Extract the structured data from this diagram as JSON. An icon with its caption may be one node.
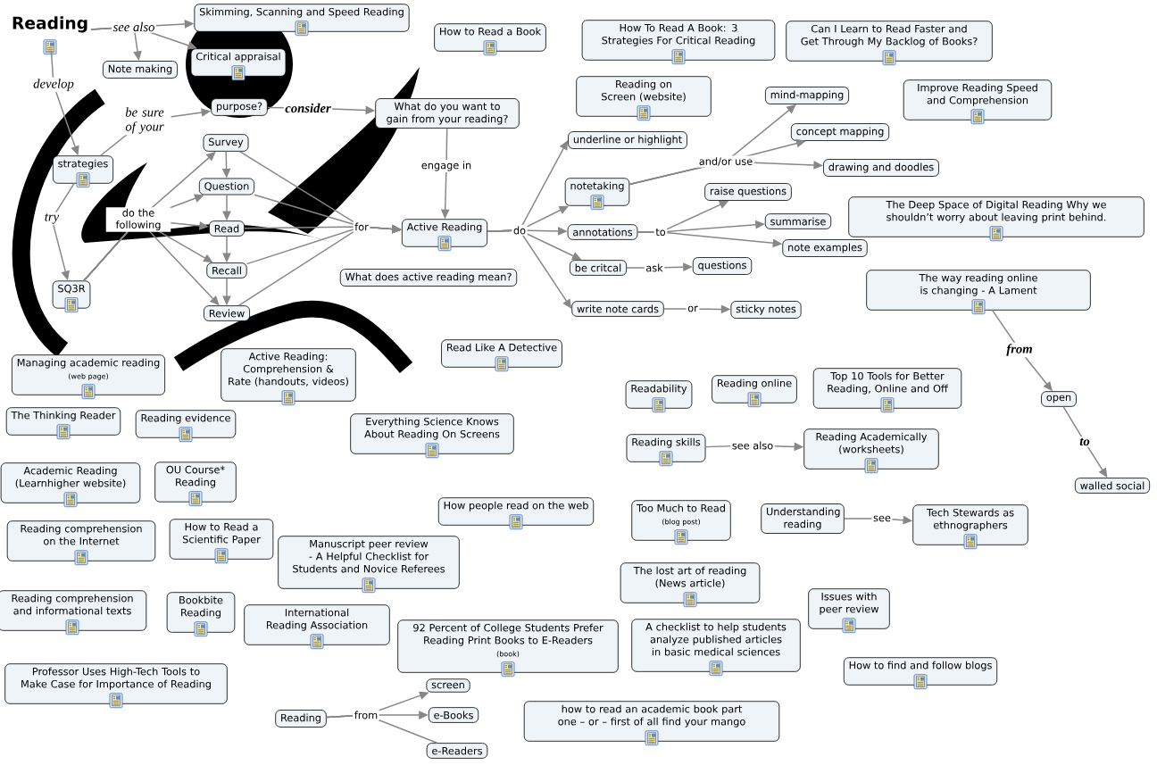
{
  "diagram": {
    "nodes": [
      {
        "text": [
          "Reading"
        ]
      },
      {
        "text": [
          "Skimming, Scanning and Speed Reading"
        ]
      },
      {
        "text": [
          "Critical appraisal"
        ]
      },
      {
        "text": [
          "Note making"
        ]
      },
      {
        "text": [
          "purpose?"
        ]
      },
      {
        "text": [
          "What do you want to gain from your reading?"
        ]
      },
      {
        "text": [
          "strategies"
        ]
      },
      {
        "text": [
          "Survey"
        ]
      },
      {
        "text": [
          "Question"
        ]
      },
      {
        "text": [
          "Read"
        ]
      },
      {
        "text": [
          "Recall"
        ]
      },
      {
        "text": [
          "Review"
        ]
      },
      {
        "text": [
          "SQ3R"
        ]
      },
      {
        "text": [
          "Active Reading"
        ]
      },
      {
        "text": [
          "How to Read a Book"
        ]
      },
      {
        "text": [
          "How To Read A Book: 3 Strategies For Critical Reading"
        ]
      },
      {
        "text": [
          "Can I Learn to Read Faster and Get Through My Backlog of Books?"
        ]
      },
      {
        "text": [
          "Reading on Screen (website)"
        ]
      },
      {
        "text": [
          "Improve Reading Speed and Comprehension"
        ]
      },
      {
        "text": [
          "mind-mapping"
        ]
      },
      {
        "text": [
          "underline or highlight"
        ]
      },
      {
        "text": [
          "concept mapping"
        ]
      },
      {
        "text": [
          "drawing and doodles"
        ]
      },
      {
        "text": [
          "notetaking"
        ]
      },
      {
        "text": [
          "raise questions"
        ]
      },
      {
        "text": [
          "The Deep Space of Digital Reading Why we shouldn’t worry about leaving print behind."
        ]
      },
      {
        "text": [
          "annotations"
        ]
      },
      {
        "text": [
          "summarise"
        ]
      },
      {
        "text": [
          "note examples"
        ]
      },
      {
        "text": [
          "be critcal"
        ]
      },
      {
        "text": [
          "questions"
        ]
      },
      {
        "text": [
          "What does active reading mean?"
        ]
      },
      {
        "text": [
          "The way reading online is changing - A Lament"
        ]
      },
      {
        "text": [
          "write note cards"
        ]
      },
      {
        "text": [
          "sticky notes"
        ]
      },
      {
        "text": [
          "Managing academic reading",
          "(web page)"
        ]
      },
      {
        "text": [
          "Active Reading: Comprehension & Rate (handouts, videos)"
        ]
      },
      {
        "text": [
          "Read Like A Detective"
        ]
      },
      {
        "text": [
          "open"
        ]
      },
      {
        "text": [
          "Readability"
        ]
      },
      {
        "text": [
          "Reading online"
        ]
      },
      {
        "text": [
          "Top 10 Tools for Better Reading, Online and Off"
        ]
      },
      {
        "text": [
          "The Thinking Reader"
        ]
      },
      {
        "text": [
          "Reading evidence"
        ]
      },
      {
        "text": [
          "Everything Science Knows About Reading On Screens"
        ]
      },
      {
        "text": [
          "Reading skills"
        ]
      },
      {
        "text": [
          "Reading Academically (worksheets)"
        ]
      },
      {
        "text": [
          "walled social"
        ]
      },
      {
        "text": [
          "Academic Reading (Learnhigher website)"
        ]
      },
      {
        "text": [
          "OU Course* Reading"
        ]
      },
      {
        "text": [
          "How people read on the web"
        ]
      },
      {
        "text": [
          "Too Much to Read",
          "(blog post)"
        ]
      },
      {
        "text": [
          "Understanding reading"
        ]
      },
      {
        "text": [
          "Tech Stewards as ethnographers"
        ]
      },
      {
        "text": [
          "Reading comprehension on the Internet"
        ]
      },
      {
        "text": [
          "How to Read a Scientific Paper"
        ]
      },
      {
        "text": [
          "Manuscript peer review - A Helpful Checklist for Students and Novice Referees"
        ]
      },
      {
        "text": [
          "The lost art of reading (News article)"
        ]
      },
      {
        "text": [
          "Reading comprehension and informational texts"
        ]
      },
      {
        "text": [
          "Bookbite Reading"
        ]
      },
      {
        "text": [
          "International Reading Association"
        ]
      },
      {
        "text": [
          "Issues with peer review"
        ]
      },
      {
        "text": [
          "92 Percent of College Students Prefer Reading Print Books to E-Readers",
          "(book)"
        ]
      },
      {
        "text": [
          "A checklist to help students analyze published articles in basic medical sciences"
        ]
      },
      {
        "text": [
          "How to find and follow blogs"
        ]
      },
      {
        "text": [
          "Professor Uses High-Tech Tools to Make Case for Importance of Reading"
        ]
      },
      {
        "text": [
          "screen"
        ]
      },
      {
        "text": [
          "Reading"
        ]
      },
      {
        "text": [
          "e-Books"
        ]
      },
      {
        "text": [
          "how to read an academic book part one – or – first of all find your mango"
        ]
      },
      {
        "text": [
          "e-Readers"
        ]
      }
    ],
    "edges": [
      {
        "from": 0,
        "to": 1,
        "arrow": "to",
        "label": "see also"
      },
      {
        "from": 0,
        "to": 2,
        "arrow": "to"
      },
      {
        "from": 0,
        "to": 3,
        "arrow": "to"
      },
      {
        "from": 0,
        "to": 6,
        "arrow": "to",
        "label": "develop"
      },
      {
        "from": 6,
        "to": 4,
        "arrow": "to",
        "label": "be sure of your"
      },
      {
        "from": 4,
        "to": 5,
        "arrow": "to",
        "label": "consider"
      },
      {
        "from": 5,
        "to": 13,
        "arrow": "to",
        "label": "engage in"
      },
      {
        "from": 6,
        "to": 12,
        "arrow": "to",
        "label": "try"
      },
      {
        "from": 12,
        "to": 7,
        "arrow": "to",
        "label": "do the following"
      },
      {
        "from": 12,
        "to": 8,
        "arrow": "to"
      },
      {
        "from": 12,
        "to": 9,
        "arrow": "to"
      },
      {
        "from": 12,
        "to": 10,
        "arrow": "to"
      },
      {
        "from": 12,
        "to": 11,
        "arrow": "to"
      },
      {
        "from": 7,
        "to": 8,
        "arrow": "to"
      },
      {
        "from": 8,
        "to": 9,
        "arrow": "to"
      },
      {
        "from": 9,
        "to": 10,
        "arrow": "to"
      },
      {
        "from": 10,
        "to": 11,
        "arrow": "to"
      },
      {
        "from": 7,
        "to": 13,
        "arrow": "to",
        "label": "for"
      },
      {
        "from": 8,
        "to": 13,
        "arrow": "to"
      },
      {
        "from": 9,
        "to": 13,
        "arrow": "to"
      },
      {
        "from": 10,
        "to": 13,
        "arrow": "to"
      },
      {
        "from": 11,
        "to": 13,
        "arrow": "to"
      },
      {
        "from": 13,
        "to": 20,
        "arrow": "to",
        "label": "do"
      },
      {
        "from": 13,
        "to": 23,
        "arrow": "to"
      },
      {
        "from": 13,
        "to": 26,
        "arrow": "to"
      },
      {
        "from": 13,
        "to": 29,
        "arrow": "to"
      },
      {
        "from": 13,
        "to": 33,
        "arrow": "to"
      },
      {
        "from": 23,
        "to": 19,
        "arrow": "to",
        "label": "and/or use"
      },
      {
        "from": 23,
        "to": 21,
        "arrow": "to"
      },
      {
        "from": 23,
        "to": 22,
        "arrow": "to"
      },
      {
        "from": 26,
        "to": 24,
        "arrow": "to",
        "label": "to"
      },
      {
        "from": 26,
        "to": 27,
        "arrow": "to"
      },
      {
        "from": 26,
        "to": 28,
        "arrow": "to"
      },
      {
        "from": 29,
        "to": 30,
        "arrow": "to",
        "label": "ask"
      },
      {
        "from": 33,
        "to": 34,
        "arrow": "to",
        "label": "or"
      },
      {
        "from": 32,
        "to": 38,
        "arrow": "to",
        "label": "from"
      },
      {
        "from": 38,
        "to": 47,
        "arrow": "to",
        "label": "to"
      },
      {
        "from": 45,
        "to": 46,
        "arrow": "to",
        "label": "see also"
      },
      {
        "from": 52,
        "to": 53,
        "arrow": "to",
        "label": "see"
      },
      {
        "from": 67,
        "to": 66,
        "arrow": "to",
        "label": "from"
      },
      {
        "from": 67,
        "to": 68,
        "arrow": "to"
      },
      {
        "from": 67,
        "to": 70,
        "arrow": "none"
      }
    ]
  }
}
